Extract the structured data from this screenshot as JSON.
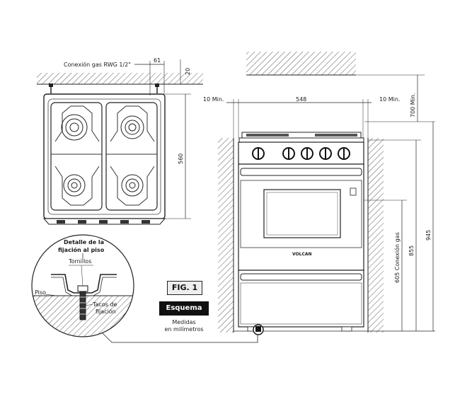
{
  "top_view": {
    "gas_connection_label": "Conexión gas RWG 1/2\"",
    "dim_61": "61",
    "dim_20": "20",
    "dim_560": "560"
  },
  "front_view": {
    "dim_10_min_left": "10 Min.",
    "dim_548": "548",
    "dim_10_min_right": "10 Min.",
    "dim_700_min": "700 Min.",
    "dim_945": "945",
    "dim_855": "855",
    "dim_605_gas": "605 Conexión gas",
    "brand": "VOLCAN"
  },
  "detail": {
    "title_line1": "Detalle de la",
    "title_line2": "fijación al piso",
    "screws_label": "Tornillos",
    "floor_label": "Piso",
    "anchors_line1": "Tacos de",
    "anchors_line2": "fijación"
  },
  "legend": {
    "fig_label": "FIG. 1",
    "schema_label": "Esquema",
    "units_line1": "Medidas",
    "units_line2": "en milímetros"
  }
}
